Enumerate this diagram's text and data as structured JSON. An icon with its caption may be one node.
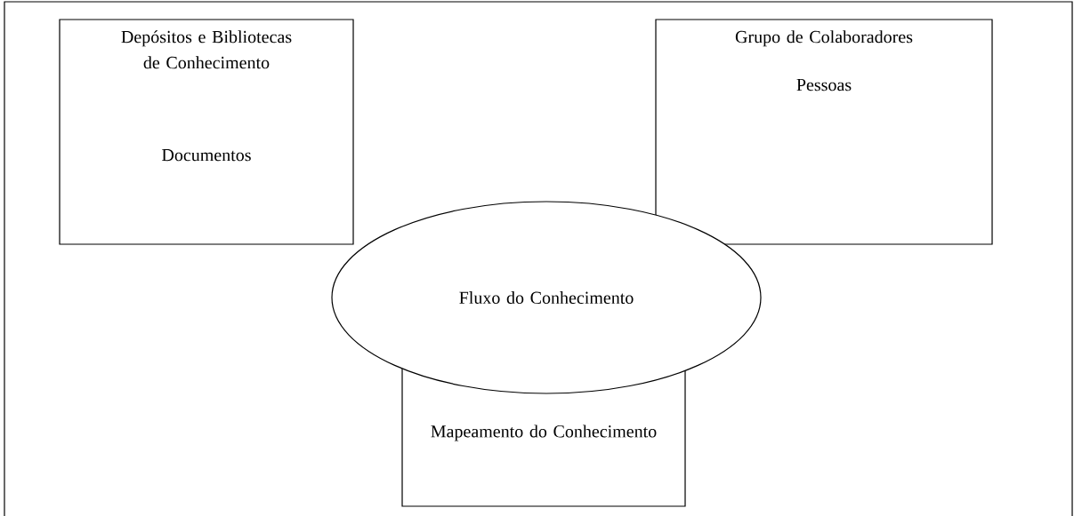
{
  "diagram": {
    "nodes": [
      {
        "text": [
          "Depósitos e Bibliotecas de Conhecimento",
          "Documentos"
        ]
      },
      {
        "text": [
          "Grupo de Colaboradores",
          "Pessoas"
        ]
      },
      {
        "text": [
          "Fluxo do Conhecimento"
        ]
      },
      {
        "text": [
          "Mapeamento do Conhecimento"
        ]
      }
    ],
    "edges": []
  }
}
